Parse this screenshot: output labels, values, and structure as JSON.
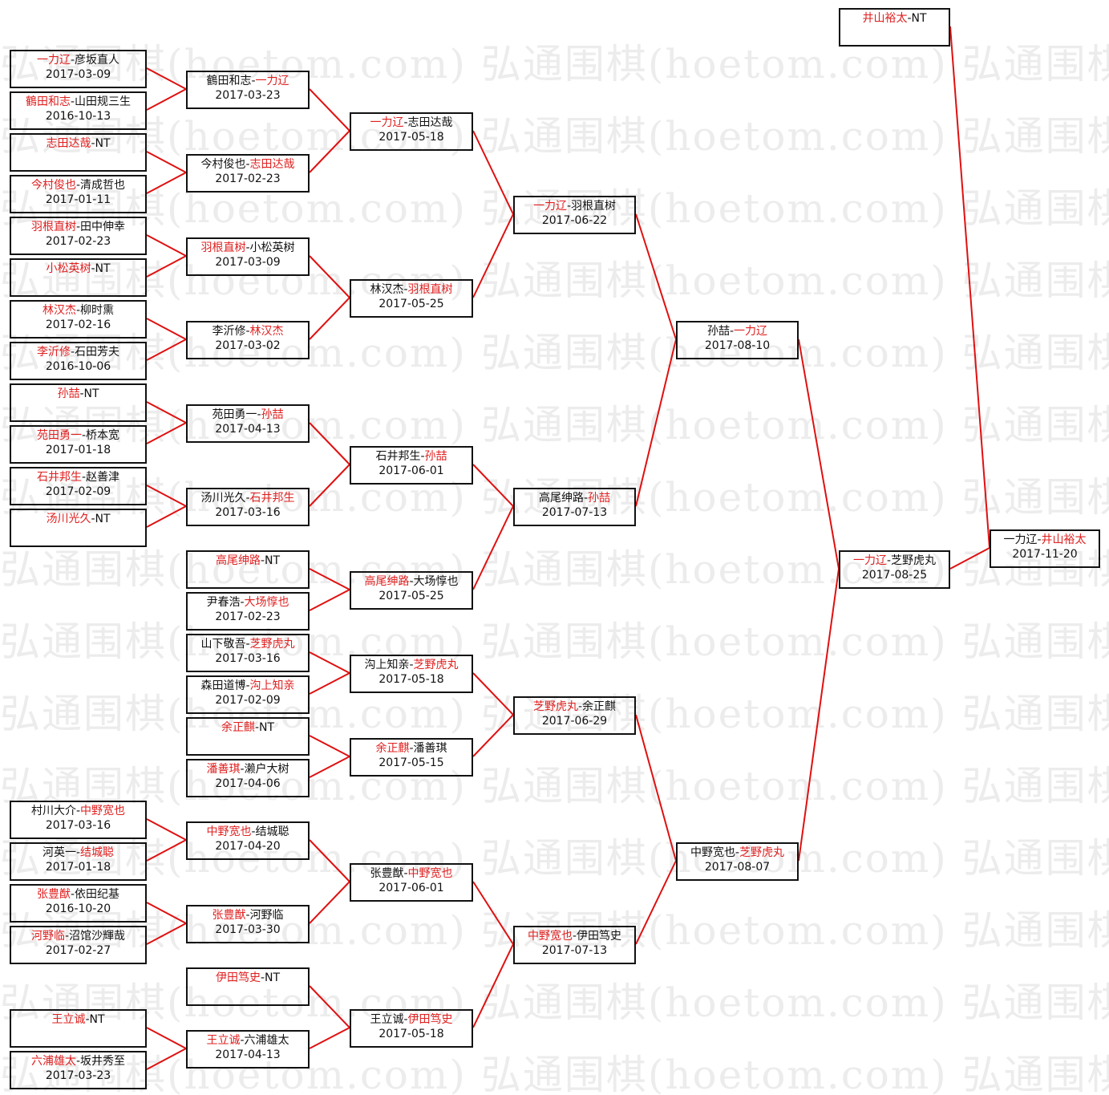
{
  "watermark": "弘通围棋(hoetom.com)",
  "separator": "-",
  "colors": {
    "winner": "#e02020",
    "text": "#111111",
    "line": "#e01010",
    "border": "#111111"
  },
  "matches": {
    "a0": {
      "p1": "一力辽",
      "p2": "彦坂直人",
      "winner": 1,
      "date": "2017-03-09"
    },
    "a1": {
      "p1": "鶴田和志",
      "p2": "山田规三生",
      "winner": 1,
      "date": "2016-10-13"
    },
    "a2": {
      "p1": "志田达哉",
      "p2": "NT",
      "winner": 1,
      "date": ""
    },
    "a3": {
      "p1": "今村俊也",
      "p2": "清成哲也",
      "winner": 1,
      "date": "2017-01-11"
    },
    "a4": {
      "p1": "羽根直树",
      "p2": "田中伸幸",
      "winner": 1,
      "date": "2017-02-23"
    },
    "a5": {
      "p1": "小松英树",
      "p2": "NT",
      "winner": 1,
      "date": ""
    },
    "a6": {
      "p1": "林汉杰",
      "p2": "柳时熏",
      "winner": 1,
      "date": "2017-02-16"
    },
    "a7": {
      "p1": "李沂修",
      "p2": "石田芳夫",
      "winner": 1,
      "date": "2016-10-06"
    },
    "a8": {
      "p1": "孙喆",
      "p2": "NT",
      "winner": 1,
      "date": ""
    },
    "a9": {
      "p1": "苑田勇一",
      "p2": "桥本宽",
      "winner": 1,
      "date": "2017-01-18"
    },
    "a10": {
      "p1": "石井邦生",
      "p2": "赵善津",
      "winner": 1,
      "date": "2017-02-09"
    },
    "a11": {
      "p1": "汤川光久",
      "p2": "NT",
      "winner": 1,
      "date": ""
    },
    "a12": {
      "p1": "村川大介",
      "p2": "中野宽也",
      "winner": 2,
      "date": "2017-03-16"
    },
    "a13": {
      "p1": "河英一",
      "p2": "结城聪",
      "winner": 2,
      "date": "2017-01-18"
    },
    "a14": {
      "p1": "张豊猷",
      "p2": "依田纪基",
      "winner": 1,
      "date": "2016-10-20"
    },
    "a15": {
      "p1": "河野临",
      "p2": "沼馆沙輝哉",
      "winner": 1,
      "date": "2017-02-27"
    },
    "a16": {
      "p1": "王立诚",
      "p2": "NT",
      "winner": 1,
      "date": ""
    },
    "a17": {
      "p1": "六浦雄太",
      "p2": "坂井秀至",
      "winner": 1,
      "date": "2017-03-23"
    },
    "b0": {
      "p1": "鶴田和志",
      "p2": "一力辽",
      "winner": 2,
      "date": "2017-03-23"
    },
    "b1": {
      "p1": "今村俊也",
      "p2": "志田达哉",
      "winner": 2,
      "date": "2017-02-23"
    },
    "b2": {
      "p1": "羽根直树",
      "p2": "小松英树",
      "winner": 1,
      "date": "2017-03-09"
    },
    "b3": {
      "p1": "李沂修",
      "p2": "林汉杰",
      "winner": 2,
      "date": "2017-03-02"
    },
    "b4": {
      "p1": "苑田勇一",
      "p2": "孙喆",
      "winner": 2,
      "date": "2017-04-13"
    },
    "b5": {
      "p1": "汤川光久",
      "p2": "石井邦生",
      "winner": 2,
      "date": "2017-03-16"
    },
    "b6": {
      "p1": "高尾绅路",
      "p2": "NT",
      "winner": 1,
      "date": ""
    },
    "b7": {
      "p1": "尹春浩",
      "p2": "大场惇也",
      "winner": 2,
      "date": "2017-02-23"
    },
    "b8": {
      "p1": "山下敬吾",
      "p2": "芝野虎丸",
      "winner": 2,
      "date": "2017-03-16"
    },
    "b9": {
      "p1": "森田道博",
      "p2": "沟上知亲",
      "winner": 2,
      "date": "2017-02-09"
    },
    "b10": {
      "p1": "余正麒",
      "p2": "NT",
      "winner": 1,
      "date": ""
    },
    "b11": {
      "p1": "潘善琪",
      "p2": "濑户大树",
      "winner": 1,
      "date": "2017-04-06"
    },
    "b12": {
      "p1": "中野宽也",
      "p2": "结城聪",
      "winner": 1,
      "date": "2017-04-20"
    },
    "b13": {
      "p1": "张豊猷",
      "p2": "河野临",
      "winner": 1,
      "date": "2017-03-30"
    },
    "b14": {
      "p1": "伊田笃史",
      "p2": "NT",
      "winner": 1,
      "date": ""
    },
    "b15": {
      "p1": "王立诚",
      "p2": "六浦雄太",
      "winner": 1,
      "date": "2017-04-13"
    },
    "c0": {
      "p1": "一力辽",
      "p2": "志田达哉",
      "winner": 1,
      "date": "2017-05-18"
    },
    "c1": {
      "p1": "林汉杰",
      "p2": "羽根直树",
      "winner": 2,
      "date": "2017-05-25"
    },
    "c2": {
      "p1": "石井邦生",
      "p2": "孙喆",
      "winner": 2,
      "date": "2017-06-01"
    },
    "c3": {
      "p1": "高尾绅路",
      "p2": "大场惇也",
      "winner": 1,
      "date": "2017-05-25"
    },
    "c4": {
      "p1": "沟上知亲",
      "p2": "芝野虎丸",
      "winner": 2,
      "date": "2017-05-18"
    },
    "c5": {
      "p1": "余正麒",
      "p2": "潘善琪",
      "winner": 1,
      "date": "2017-05-15"
    },
    "c6": {
      "p1": "张豊猷",
      "p2": "中野宽也",
      "winner": 2,
      "date": "2017-06-01"
    },
    "c7": {
      "p1": "王立诚",
      "p2": "伊田笃史",
      "winner": 2,
      "date": "2017-05-18"
    },
    "d0": {
      "p1": "一力辽",
      "p2": "羽根直树",
      "winner": 1,
      "date": "2017-06-22"
    },
    "d1": {
      "p1": "高尾绅路",
      "p2": "孙喆",
      "winner": 2,
      "date": "2017-07-13"
    },
    "d2": {
      "p1": "芝野虎丸",
      "p2": "余正麒",
      "winner": 1,
      "date": "2017-06-29"
    },
    "d3": {
      "p1": "中野宽也",
      "p2": "伊田笃史",
      "winner": 1,
      "date": "2017-07-13"
    },
    "e0": {
      "p1": "孙喆",
      "p2": "一力辽",
      "winner": 2,
      "date": "2017-08-10"
    },
    "e1": {
      "p1": "中野宽也",
      "p2": "芝野虎丸",
      "winner": 2,
      "date": "2017-08-07"
    },
    "f0": {
      "p1": "一力辽",
      "p2": "芝野虎丸",
      "winner": 1,
      "date": "2017-08-25"
    },
    "f1": {
      "p1": "井山裕太",
      "p2": "NT",
      "winner": 1,
      "date": ""
    },
    "g0": {
      "p1": "一力辽",
      "p2": "井山裕太",
      "winner": 2,
      "date": "2017-11-20"
    }
  }
}
